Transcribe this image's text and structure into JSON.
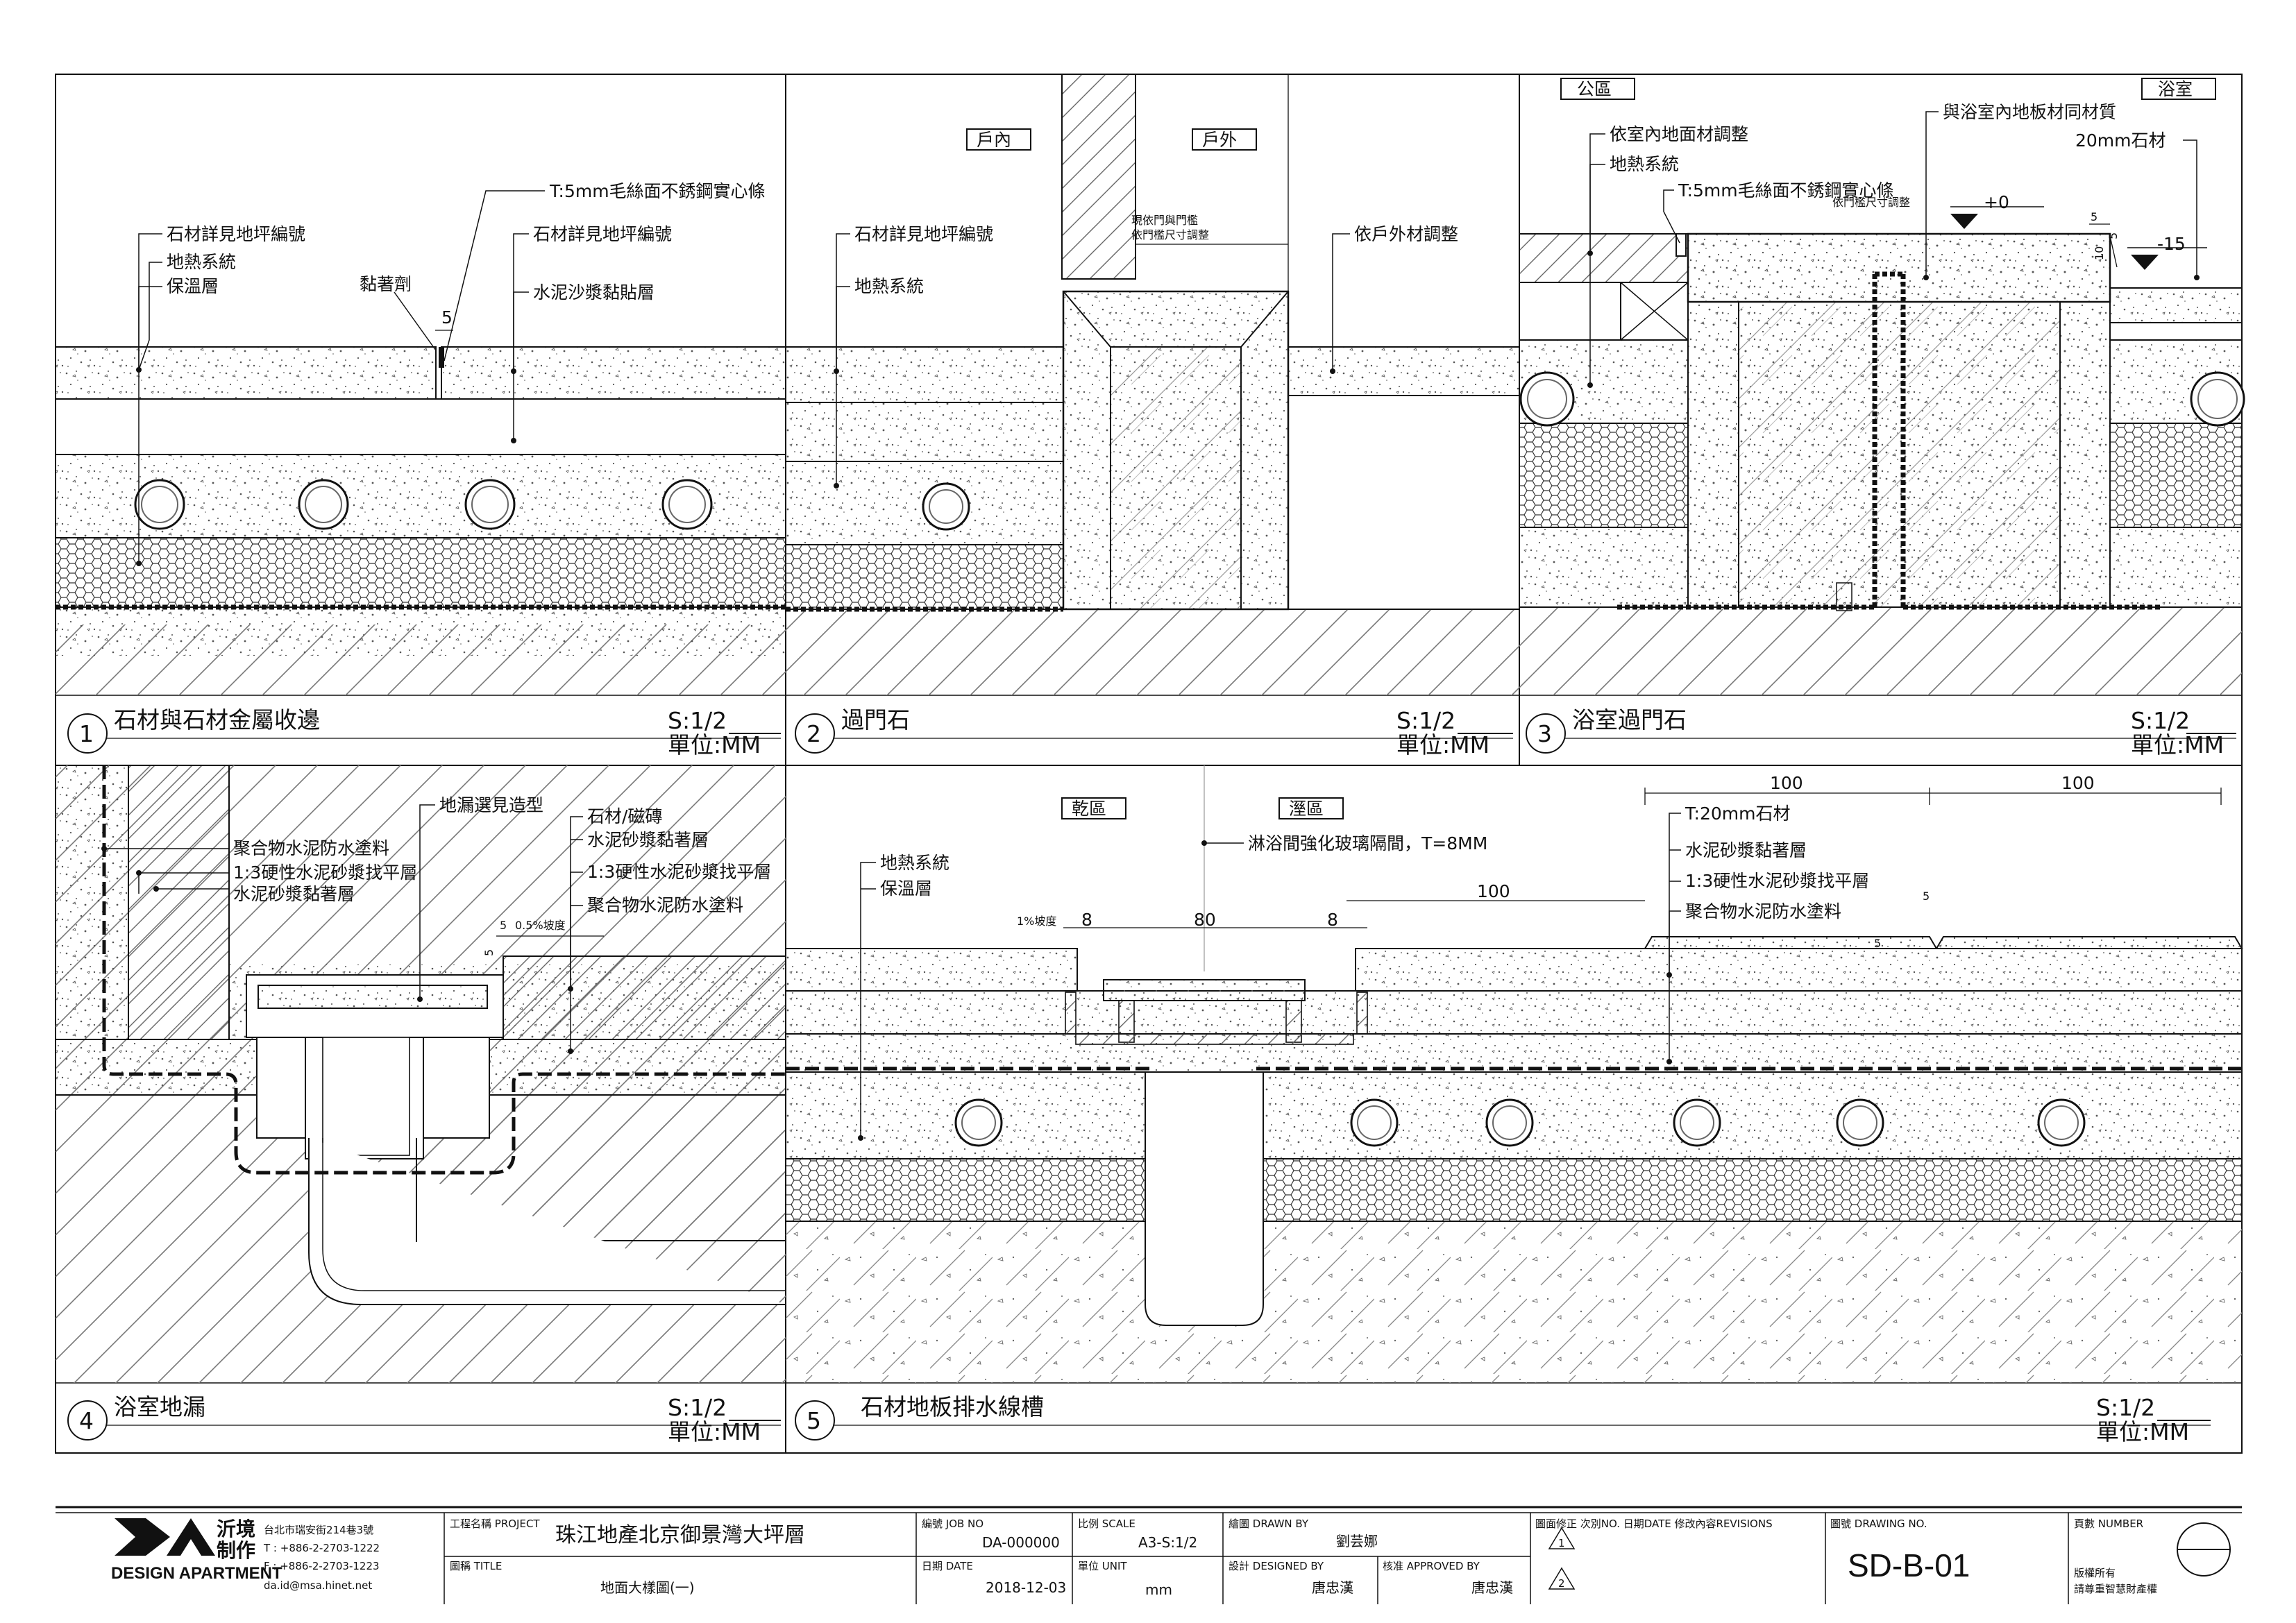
{
  "drawing": {
    "p1": {
      "number": "1",
      "title": "石材與石材金屬收邊",
      "scale": "S:1/2",
      "unit": "單位:MM",
      "labels": [
        "T:5mm毛絲面不銹鋼實心條",
        "石材詳見地坪編號",
        "地熱系統",
        "保溫層",
        "黏著劑",
        "石材詳見地坪編號",
        "水泥沙漿黏貼層"
      ],
      "dims": [
        "5"
      ]
    },
    "p2": {
      "number": "2",
      "title": "過門石",
      "scale": "S:1/2",
      "unit": "單位:MM",
      "tags": [
        "戶內",
        "戶外"
      ],
      "labels": [
        "石材詳見地坪編號",
        "地熱系統",
        "依戶外材調整"
      ],
      "note1": "現依門與門檻",
      "note2": "依門檻尺寸調整"
    },
    "p3": {
      "number": "3",
      "title": "浴室過門石",
      "scale": "S:1/2",
      "unit": "單位:MM",
      "tags": [
        "公區",
        "浴室"
      ],
      "labels": [
        "依室內地面材調整",
        "地熱系統",
        "T:5mm毛絲面不銹鋼實心條",
        "與浴室內地板材同材質",
        "20mm石材"
      ],
      "note": "依門檻尺寸調整",
      "levels": [
        "+0",
        "-15"
      ],
      "dims": [
        "5",
        "10",
        "5"
      ]
    },
    "p4": {
      "number": "4",
      "title": "浴室地漏",
      "scale": "S:1/2",
      "unit": "單位:MM",
      "labels": [
        "地漏選見造型",
        "石材/磁磚",
        "聚合物水泥防水塗料",
        "1:3硬性水泥砂漿找平層",
        "水泥砂漿黏著層",
        "水泥砂漿黏著層",
        "1:3硬性水泥砂漿找平層",
        "聚合物水泥防水塗料"
      ],
      "dims": [
        "5",
        "0.5%坡度",
        "5"
      ]
    },
    "p5": {
      "number": "5",
      "title": "石材地板排水線槽",
      "scale": "S:1/2",
      "unit": "單位:MM",
      "tags": [
        "乾區",
        "溼區"
      ],
      "labels": [
        "地熱系統",
        "保溫層",
        "淋浴間強化玻璃隔間，T=8MM",
        "T:20mm石材",
        "水泥砂漿黏著層",
        "1:3硬性水泥砂漿找平層",
        "聚合物水泥防水塗料"
      ],
      "dims": [
        "1%坡度",
        "8",
        "80",
        "8",
        "100",
        "100",
        "100",
        "5",
        "5"
      ]
    }
  },
  "titleblock": {
    "logo_cn1": "沂境",
    "logo_cn2": "制作",
    "logo_en": "DESIGN APARTMENT",
    "address": "台北市瑞安街214巷3號",
    "tel": "T : +886-2-2703-1222",
    "fax": "F : +886-2-2703-1223",
    "email": "da.id@msa.hinet.net",
    "project_label": "工程名稱 PROJECT",
    "project": "珠江地產北京御景灣大坪層",
    "title_label": "圖稱 TITLE",
    "title": "地面大樣圖(一)",
    "jobno_label": "編號 JOB NO",
    "jobno": "DA-000000",
    "scale_label": "比例 SCALE",
    "scale": "A3-S:1/2",
    "date_label": "日期 DATE",
    "date": "2018-12-03",
    "unit_label": "單位 UNIT",
    "unit": "mm",
    "drawn_label": "繪圖 DRAWN BY",
    "drawn": "劉芸娜",
    "designed_label": "設計 DESIGNED BY",
    "designed": "唐忠漢",
    "approved_label": "核准 APPROVED BY",
    "approved": "唐忠漢",
    "revisions_label": "圖面修正 次別NO. 日期DATE 修改內容REVISIONS",
    "rev1": "1",
    "rev2": "2",
    "drawingno_label": "圖號 DRAWING NO.",
    "drawingno": "SD-B-01",
    "pages_label": "頁數 NUMBER",
    "copyright1": "版權所有",
    "copyright2": "請尊重智慧財產權"
  }
}
